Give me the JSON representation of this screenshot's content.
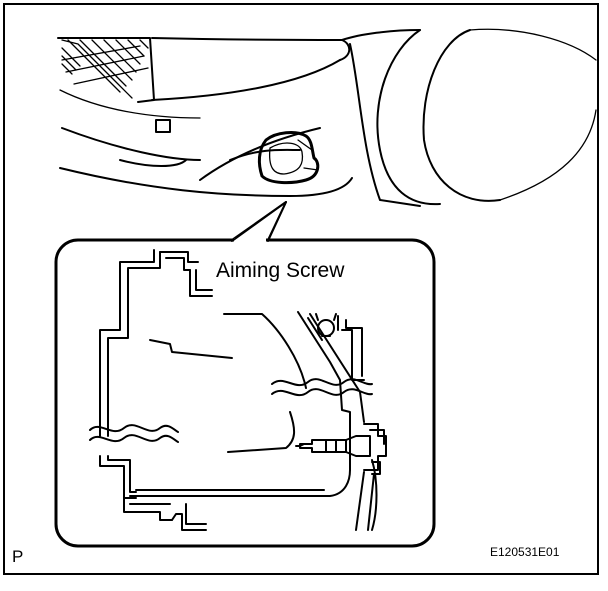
{
  "diagram": {
    "callout_label": "Aiming Screw",
    "corner_letter": "P",
    "figure_code": "E120531E01"
  }
}
